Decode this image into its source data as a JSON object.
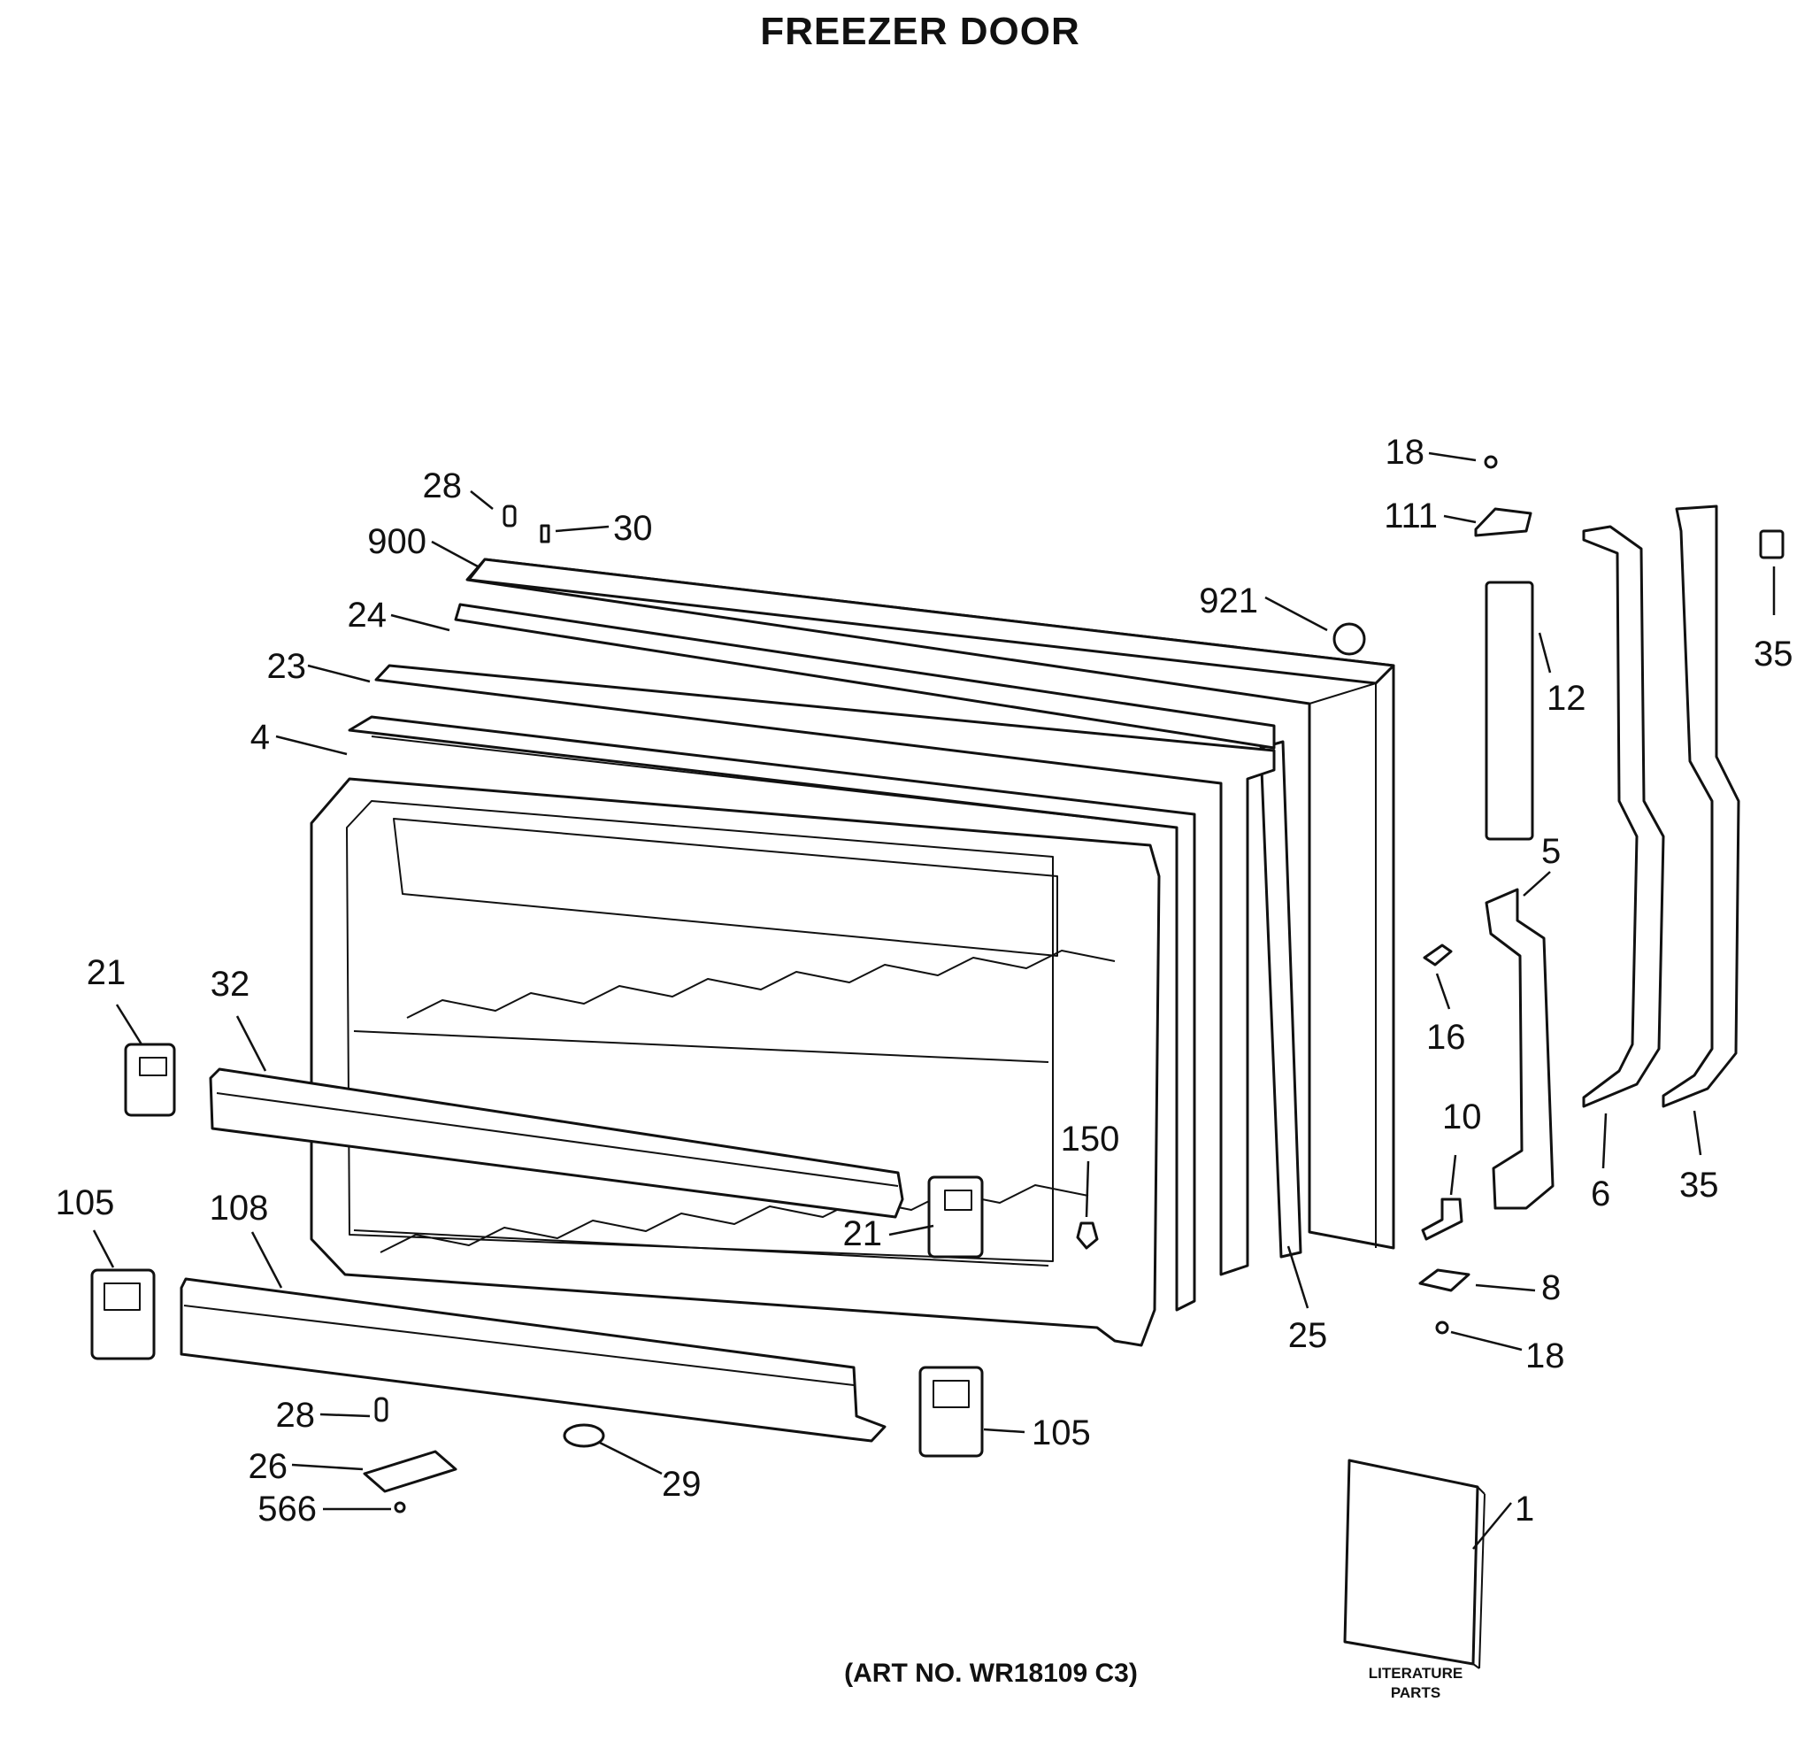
{
  "title": "FREEZER DOOR",
  "art_number": "(ART NO. WR18109 C3)",
  "literature": {
    "line1": "LITERATURE",
    "line2": "PARTS"
  },
  "callouts": [
    {
      "id": "c28a",
      "label": "28"
    },
    {
      "id": "c30",
      "label": "30"
    },
    {
      "id": "c900",
      "label": "900"
    },
    {
      "id": "c24",
      "label": "24"
    },
    {
      "id": "c23",
      "label": "23"
    },
    {
      "id": "c4",
      "label": "4"
    },
    {
      "id": "c921",
      "label": "921"
    },
    {
      "id": "c18a",
      "label": "18"
    },
    {
      "id": "c111",
      "label": "111"
    },
    {
      "id": "c12",
      "label": "12"
    },
    {
      "id": "c35a",
      "label": "35"
    },
    {
      "id": "c5",
      "label": "5"
    },
    {
      "id": "c16",
      "label": "16"
    },
    {
      "id": "c10",
      "label": "10"
    },
    {
      "id": "c6",
      "label": "6"
    },
    {
      "id": "c35b",
      "label": "35"
    },
    {
      "id": "c8",
      "label": "8"
    },
    {
      "id": "c18b",
      "label": "18"
    },
    {
      "id": "c21a",
      "label": "21"
    },
    {
      "id": "c32",
      "label": "32"
    },
    {
      "id": "c150",
      "label": "150"
    },
    {
      "id": "c21b",
      "label": "21"
    },
    {
      "id": "c105a",
      "label": "105"
    },
    {
      "id": "c108",
      "label": "108"
    },
    {
      "id": "c25",
      "label": "25"
    },
    {
      "id": "c28b",
      "label": "28"
    },
    {
      "id": "c26",
      "label": "26"
    },
    {
      "id": "c566",
      "label": "566"
    },
    {
      "id": "c29",
      "label": "29"
    },
    {
      "id": "c105b",
      "label": "105"
    },
    {
      "id": "c1",
      "label": "1"
    }
  ]
}
